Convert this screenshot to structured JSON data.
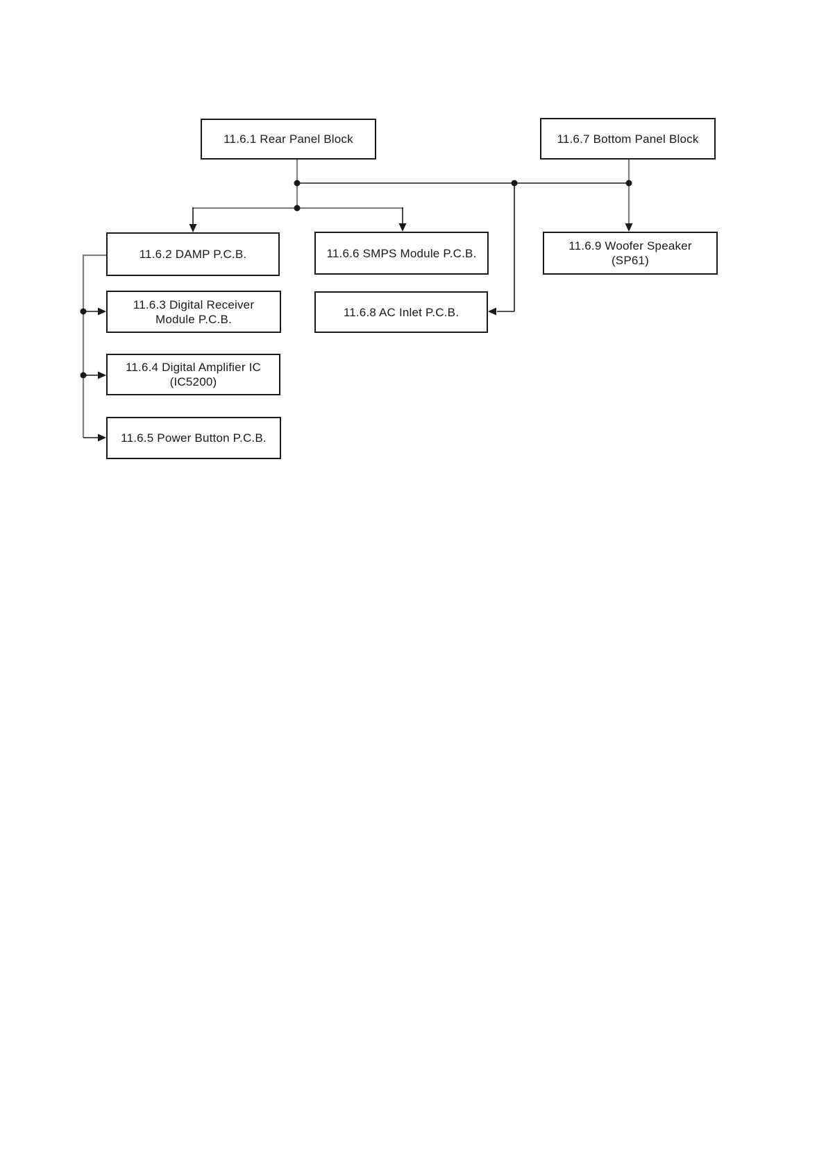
{
  "diagram": {
    "nodes": [
      {
        "id": "rear-panel-block",
        "lines": [
          "11.6.1 Rear Panel Block"
        ]
      },
      {
        "id": "bottom-panel-block",
        "lines": [
          "11.6.7 Bottom Panel Block"
        ]
      },
      {
        "id": "damp-pcb",
        "lines": [
          "11.6.2 DAMP P.C.B."
        ]
      },
      {
        "id": "smps-module-pcb",
        "lines": [
          "11.6.6 SMPS Module P.C.B."
        ]
      },
      {
        "id": "woofer-speaker",
        "lines": [
          "11.6.9 Woofer Speaker",
          "(SP61)"
        ]
      },
      {
        "id": "digital-receiver-module-pcb",
        "lines": [
          "11.6.3 Digital Receiver",
          "Module P.C.B."
        ]
      },
      {
        "id": "ac-inlet-pcb",
        "lines": [
          "11.6.8 AC Inlet P.C.B."
        ]
      },
      {
        "id": "digital-amplifier-ic",
        "lines": [
          "11.6.4 Digital Amplifier IC",
          "(IC5200)"
        ]
      },
      {
        "id": "power-button-pcb",
        "lines": [
          "11.6.5 Power Button P.C.B."
        ]
      }
    ],
    "edges": [
      {
        "from": "rear-panel-block",
        "to": "damp-pcb"
      },
      {
        "from": "rear-panel-block",
        "to": "smps-module-pcb"
      },
      {
        "from": "rear-panel-block",
        "to": "ac-inlet-pcb"
      },
      {
        "from": "bottom-panel-block",
        "to": "ac-inlet-pcb"
      },
      {
        "from": "bottom-panel-block",
        "to": "woofer-speaker"
      },
      {
        "from": "damp-pcb",
        "to": "digital-receiver-module-pcb"
      },
      {
        "from": "damp-pcb",
        "to": "digital-amplifier-ic"
      },
      {
        "from": "damp-pcb",
        "to": "power-button-pcb"
      }
    ],
    "colors": {
      "background": "#ffffff",
      "box_border": "#1a1a1a",
      "text": "#1a1a1a",
      "line_gray": "#808080",
      "line_black": "#1a1a1a"
    }
  }
}
